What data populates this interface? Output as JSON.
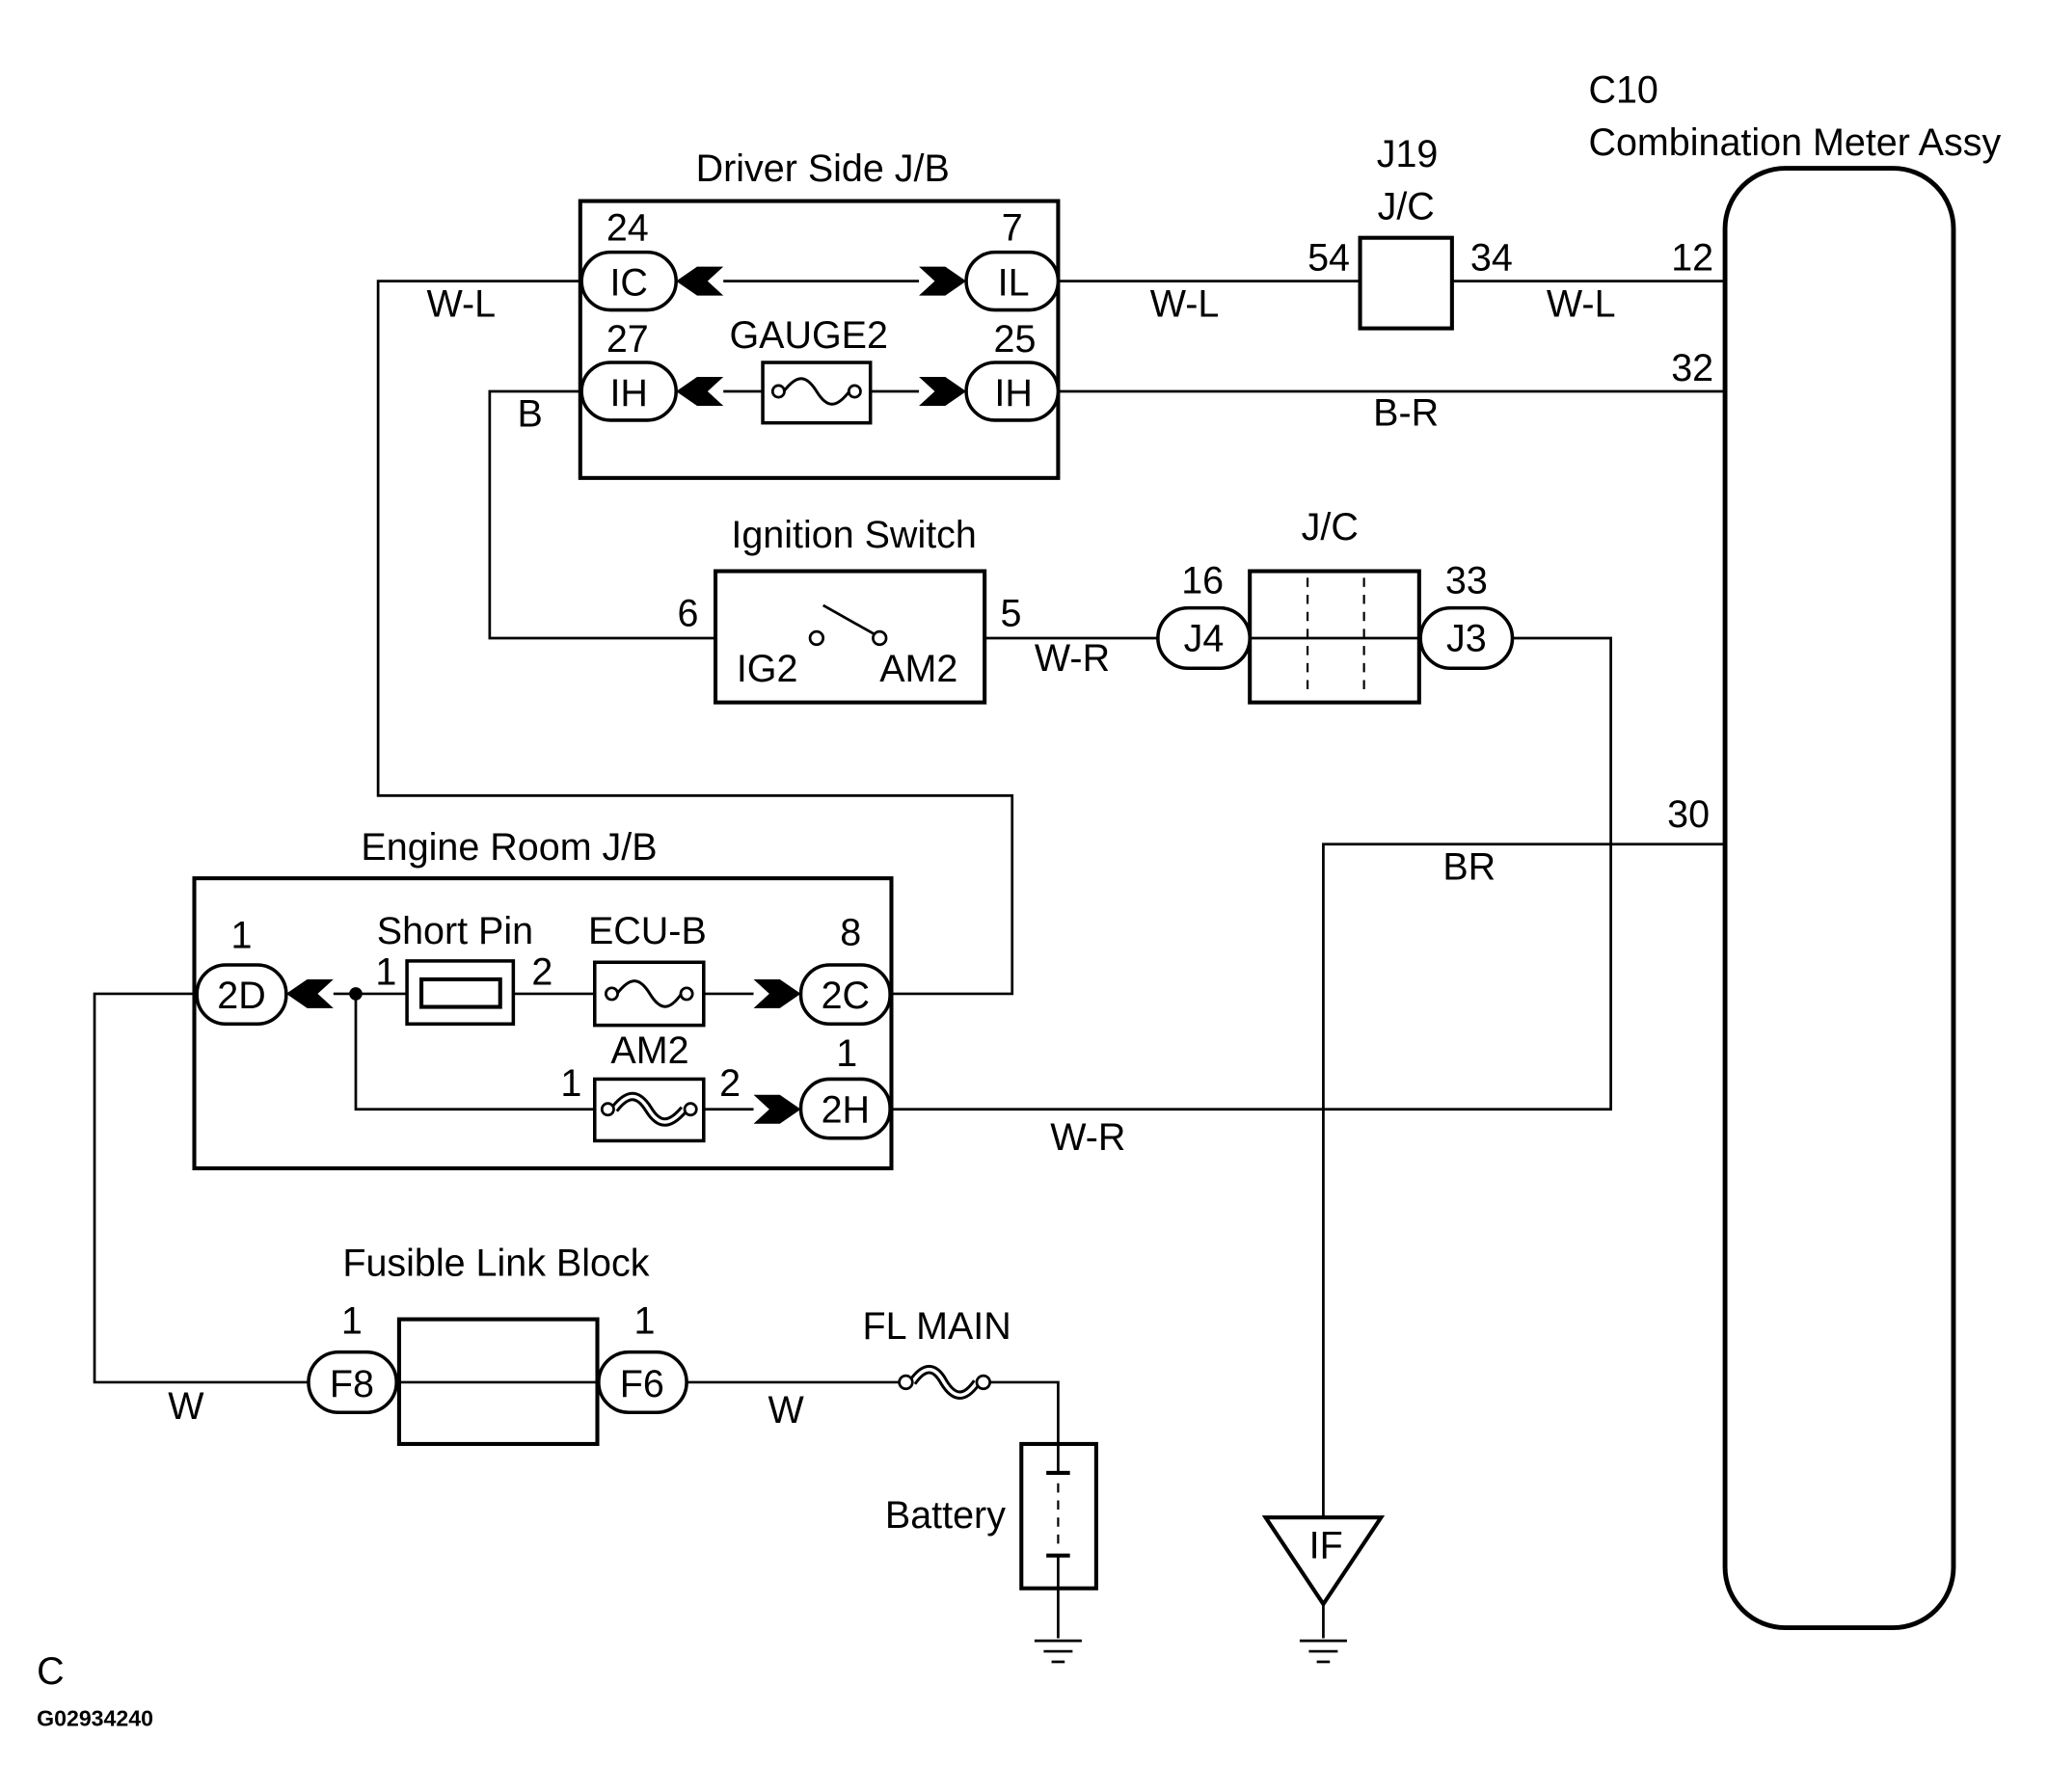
{
  "figure": {
    "section": "C",
    "id": "G02934240"
  },
  "colors": {
    "line": "#000000",
    "background": "#ffffff"
  },
  "combination_meter": {
    "code": "C10",
    "name": "Combination Meter Assy",
    "pins": [
      "12",
      "32",
      "30"
    ]
  },
  "j19": {
    "code": "J19",
    "type": "J/C",
    "pins": [
      "54",
      "34"
    ]
  },
  "driver_side_jb": {
    "name": "Driver Side J/B",
    "fuse": "GAUGE2",
    "connectors": [
      {
        "pin": "24",
        "code": "IC"
      },
      {
        "pin": "7",
        "code": "IL"
      },
      {
        "pin": "27",
        "code": "IH"
      },
      {
        "pin": "25",
        "code": "IH"
      }
    ]
  },
  "ignition_switch": {
    "name": "Ignition Switch",
    "pins": [
      "6",
      "5"
    ],
    "terminals": [
      "IG2",
      "AM2"
    ]
  },
  "junction_connector": {
    "name": "J/C",
    "connectors": [
      {
        "pin": "16",
        "code": "J4"
      },
      {
        "pin": "33",
        "code": "J3"
      }
    ]
  },
  "engine_room_jb": {
    "name": "Engine Room J/B",
    "connectors": [
      {
        "pin": "1",
        "code": "2D"
      },
      {
        "pin": "8",
        "code": "2C"
      },
      {
        "pin": "1",
        "code": "2H"
      }
    ],
    "short_pin": {
      "name": "Short Pin",
      "pins": [
        "1",
        "2"
      ]
    },
    "fuses": [
      {
        "name": "ECU-B"
      },
      {
        "name": "AM2",
        "pins": [
          "1",
          "2"
        ]
      }
    ]
  },
  "fusible_link_block": {
    "name": "Fusible Link Block",
    "connectors": [
      {
        "pin": "1",
        "code": "F8"
      },
      {
        "pin": "1",
        "code": "F6"
      }
    ]
  },
  "fl_main": {
    "name": "FL MAIN"
  },
  "battery": {
    "name": "Battery"
  },
  "ground_point": {
    "code": "IF"
  },
  "wire_colors": {
    "ic_left": "W-L",
    "ih_left": "B",
    "il_to_j19": "W-L",
    "j19_to_meter": "W-L",
    "ih_to_meter": "B-R",
    "switch_to_j4": "W-R",
    "meter_to_ground": "BR",
    "j3_to_2h": "W-R",
    "d2_to_f8": "W",
    "f6_to_fl_main": "W"
  }
}
